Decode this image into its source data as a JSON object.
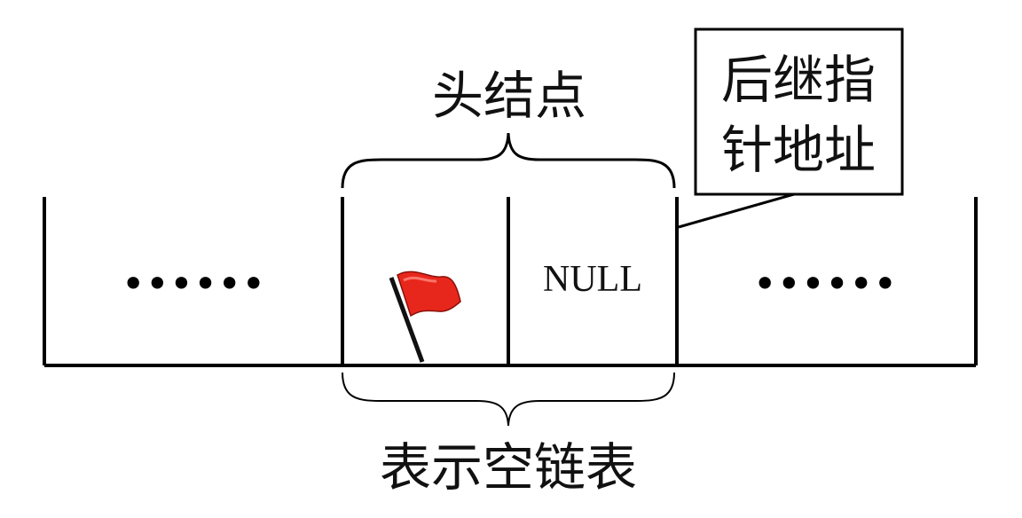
{
  "labels": {
    "head_node": "头结点",
    "next_ptr_line1": "后继指",
    "next_ptr_line2": "针地址",
    "empty_list": "表示空链表",
    "null_text": "NULL",
    "ellipsis_left": "••••••",
    "ellipsis_right": "••••••"
  },
  "icons": {
    "flag": "red-flag-icon"
  },
  "colors": {
    "line": "#000000",
    "flag_red": "#e8271c",
    "flag_pole": "#111111"
  }
}
